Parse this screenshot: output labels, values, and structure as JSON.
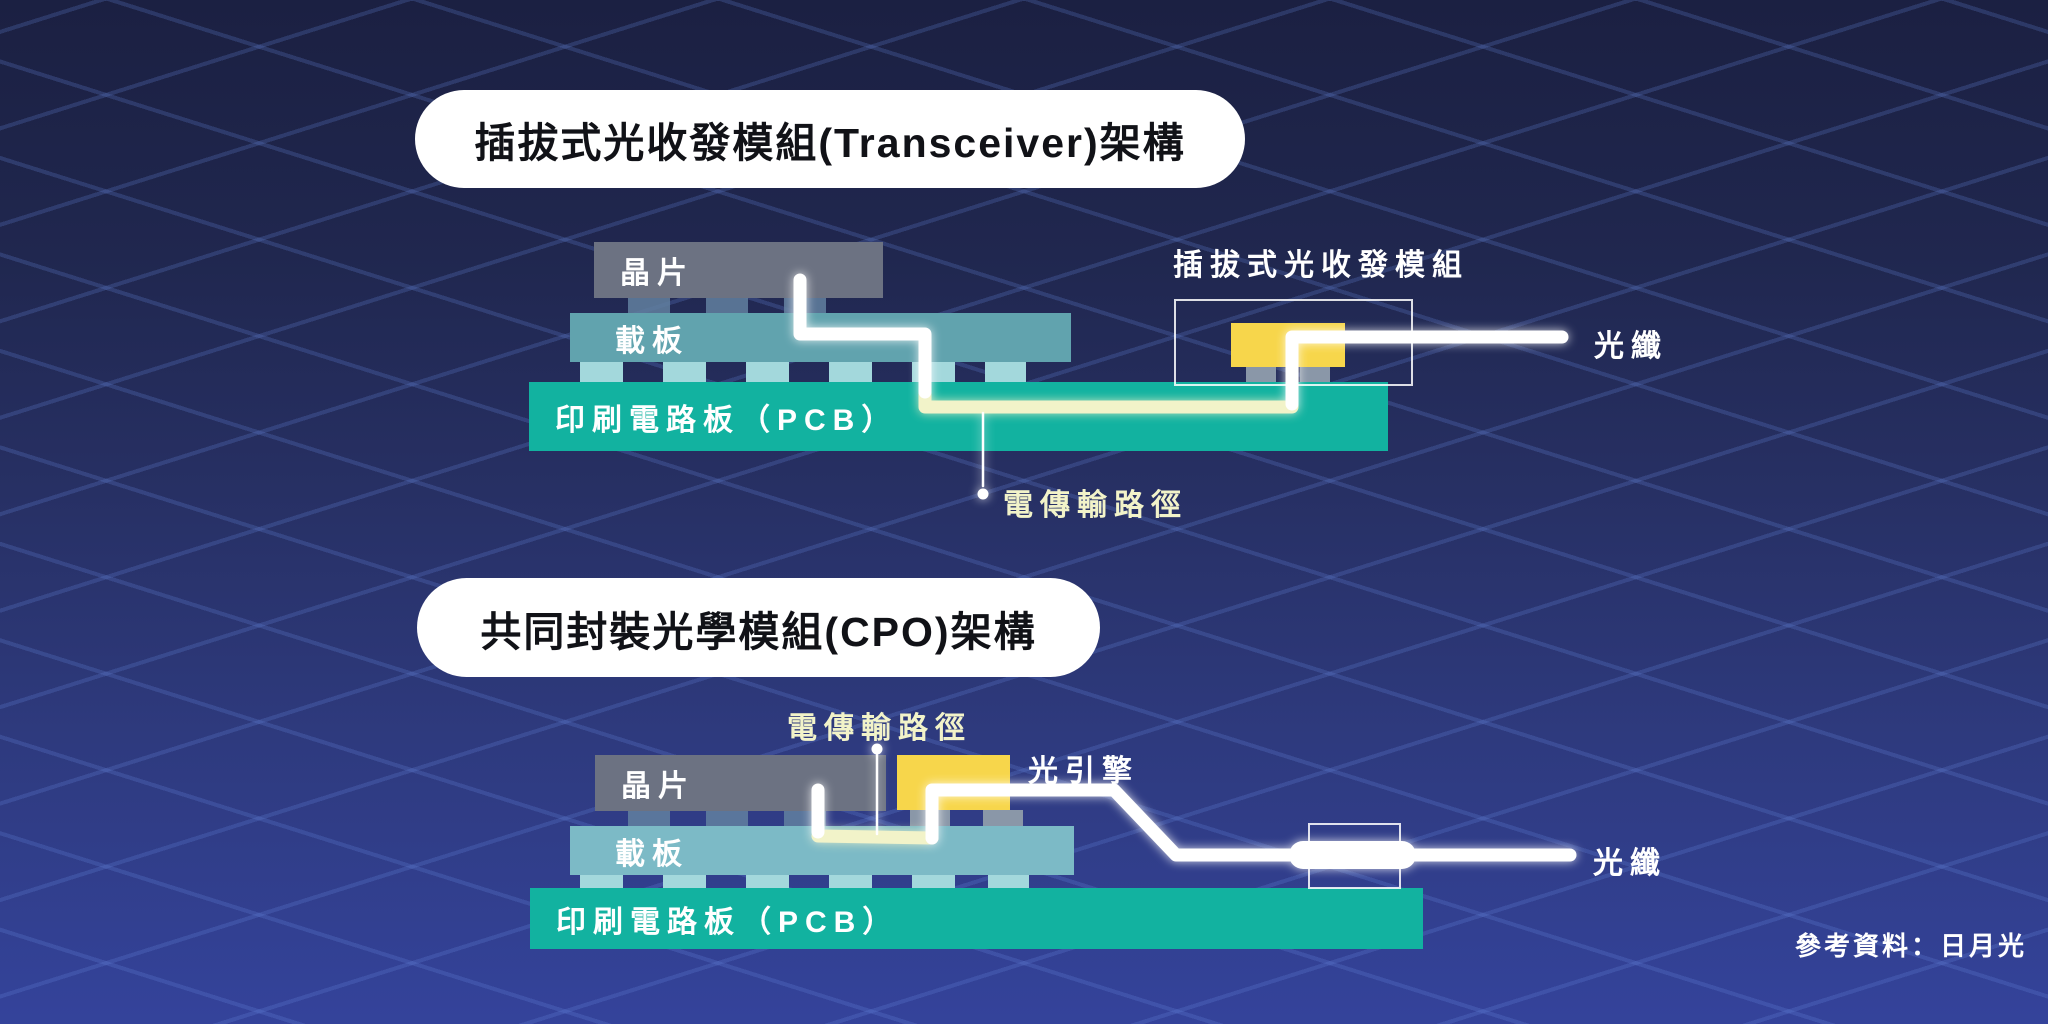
{
  "diagram1": {
    "title": "插拔式光收發模組(Transceiver)架構",
    "chip_label": "晶片",
    "substrate_label": "載板",
    "pcb_label": "印刷電路板（PCB）",
    "module_label": "插拔式光收發模組",
    "fiber_label": "光纖",
    "electrical_path_label": "電傳輸路徑"
  },
  "diagram2": {
    "title": "共同封裝光學模組(CPO)架構",
    "chip_label": "晶片",
    "substrate_label": "載板",
    "pcb_label": "印刷電路板（PCB）",
    "engine_label": "光引擎",
    "fiber_label": "光纖",
    "electrical_path_label": "電傳輸路徑"
  },
  "footer": {
    "source": "參考資料：日月光"
  },
  "colors": {
    "background_top": "#1b2042",
    "background_bottom": "#34439b",
    "grid_line": "#688ae0",
    "pcb_teal": "#12b2a0",
    "chip_gray": "#6c7282",
    "substrate_teal_1": "#61a3ae",
    "substrate_teal_2": "#7cbac6",
    "bump_cyan": "#a3d8dc",
    "module_yellow": "#f7d64b",
    "electrical_path_yellow": "#f2f3c9",
    "fiber_white": "#ffffff"
  }
}
